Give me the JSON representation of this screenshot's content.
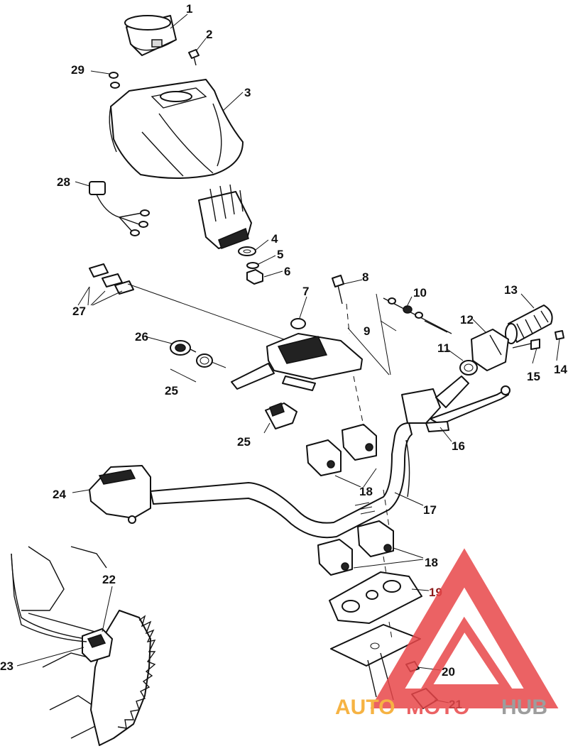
{
  "callouts": {
    "p1": "1",
    "p2": "2",
    "p3": "3",
    "p4": "4",
    "p5": "5",
    "p6": "6",
    "p7": "7",
    "p8": "8",
    "p9": "9",
    "p10": "10",
    "p11": "11",
    "p12": "12",
    "p13": "13",
    "p14": "14",
    "p15": "15",
    "p16": "16",
    "p17": "17",
    "p18a": "18",
    "p18b": "18",
    "p19": "19",
    "p20": "20",
    "p21": "21",
    "p22": "22",
    "p23": "23",
    "p24": "24",
    "p25a": "25",
    "p25b": "25",
    "p26": "26",
    "p27": "27",
    "p28": "28",
    "p29": "29"
  },
  "watermark": {
    "auto": "AUTO",
    "moto": "MOTO",
    "hub": "HUB",
    "colors": {
      "triangle": "#e8474a",
      "auto": "#f5a623",
      "moto": "#e8474a",
      "hub": "#8c8c8c"
    }
  },
  "colors": {
    "ink": "#111111",
    "callout_19": "#8b1a1a"
  }
}
